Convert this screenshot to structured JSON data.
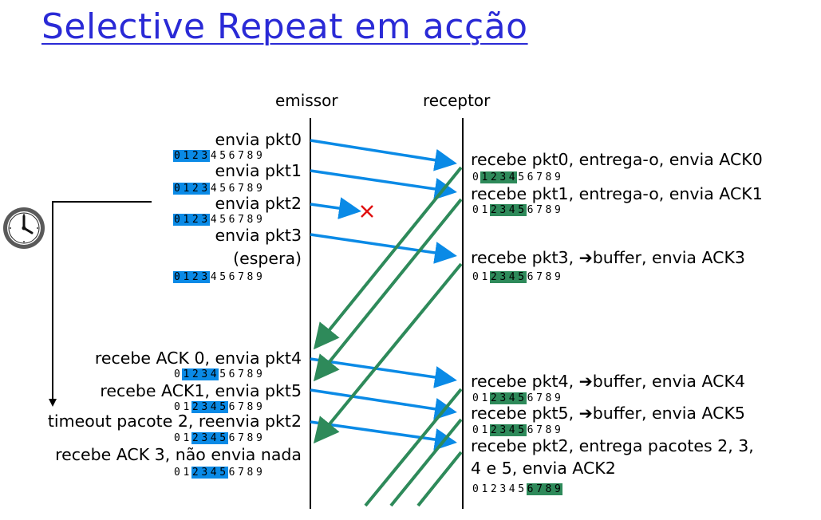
{
  "title": "Selective Repeat em acção",
  "headers": {
    "sender": "emissor",
    "receiver": "receptor"
  },
  "sender_events": [
    "envia pkt0",
    "envia pkt1",
    "envia pkt2",
    "envia pkt3",
    "(espera)",
    "recebe ACK 0, envia pkt4",
    "recebe ACK1, envia pkt5",
    "timeout pacote 2, reenvia pkt2",
    "recebe ACK 3, não envia nada"
  ],
  "receiver_events": [
    "recebe pkt0, entrega-o, envia ACK0",
    "recebe pkt1, entrega-o, envia ACK1",
    "recebe pkt3, ➔buffer, envia ACK3",
    "recebe pkt4, ➔buffer, envia ACK4",
    "recebe pkt5, ➔buffer, envia ACK5",
    "recebe pkt2, entrega pacotes 2, 3,",
    "4 e 5, envia ACK2"
  ],
  "seq_numbers": [
    "0",
    "1",
    "2",
    "3",
    "4",
    "5",
    "6",
    "7",
    "8",
    "9"
  ],
  "sender_windows": [
    [
      0,
      3
    ],
    [
      0,
      3
    ],
    [
      0,
      3
    ],
    [
      0,
      3
    ],
    [
      1,
      4
    ],
    [
      2,
      5
    ],
    [
      2,
      5
    ],
    [
      2,
      5
    ]
  ],
  "receiver_windows": [
    [
      1,
      4
    ],
    [
      2,
      5
    ],
    [
      2,
      5
    ],
    [
      2,
      5
    ],
    [
      2,
      5
    ],
    [
      6,
      9
    ]
  ],
  "colors": {
    "title": "#2a2ad6",
    "sender_accent": "#0a8ae6",
    "receiver_accent": "#2e8a5a",
    "loss_mark": "#e01010"
  },
  "icons": {
    "timer": "clock-icon",
    "loss": "x-mark-icon"
  }
}
